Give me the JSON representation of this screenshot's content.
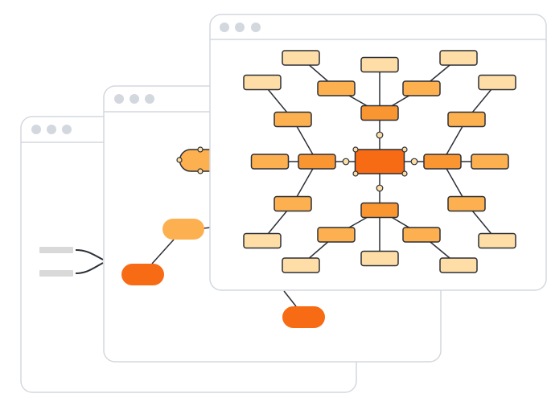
{
  "illustration": {
    "name": "mind-map-windows",
    "window_count": 3,
    "windows": [
      {
        "id": "back-window",
        "traffic_dots": 3
      },
      {
        "id": "middle-window",
        "traffic_dots": 3
      },
      {
        "id": "front-window",
        "traffic_dots": 3
      }
    ],
    "front_mindmap": {
      "center_node": "central-topic",
      "main_branches": 4,
      "sub_nodes_per_branch": 2,
      "leaf_nodes_per_branch": 2
    }
  },
  "colors": {
    "window_border": "#d3d8df",
    "window_dot": "#d3d8df",
    "window_bg": "#ffffff",
    "line": "#2b2f36",
    "center": "#f76b15",
    "hub": "#fa9632",
    "mid": "#fdb04f",
    "leaf": "#fedea6",
    "handle": "#fedea6",
    "placeholder_bar": "#d9d9d9"
  }
}
